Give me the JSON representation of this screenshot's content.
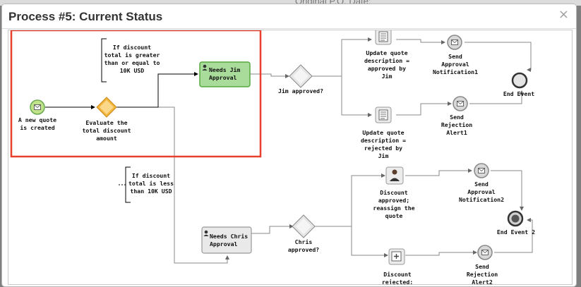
{
  "background": {
    "partial_text": "Original P.O. Date:"
  },
  "modal": {
    "title": "Process #5: Current Status",
    "close_label": "×"
  },
  "diagram": {
    "start_event": [
      "A new quote",
      "is created"
    ],
    "evaluate_gateway": [
      "Evaluate the",
      "total discount",
      "amount"
    ],
    "annotation_greater": [
      "If discount",
      "total is greater",
      "than or equal to",
      "10K USD"
    ],
    "annotation_less": [
      "If discount",
      "total is less",
      "than 10K USD"
    ],
    "task_jim": [
      "Needs Jim",
      "Approval"
    ],
    "gateway_jim": [
      "Jim approved?"
    ],
    "task_update_approved": [
      "Update quote",
      "description =",
      "approved by",
      "Jim"
    ],
    "task_update_rejected": [
      "Update quote",
      "description =",
      "rejected by",
      "Jim"
    ],
    "event_approval1": [
      "Send",
      "Approval",
      "Notification1"
    ],
    "event_rejection1": [
      "Send",
      "Rejection",
      "Alert1"
    ],
    "end_event": [
      "End Event"
    ],
    "task_chris": [
      "Needs Chris",
      "Approval"
    ],
    "gateway_chris": [
      "Chris",
      "approved?"
    ],
    "task_discount_approved": [
      "Discount",
      "approved;",
      "reassign the",
      "quote"
    ],
    "task_discount_rejected": [
      "Discount",
      "rejected;"
    ],
    "event_approval2": [
      "Send",
      "Approval",
      "Notification2"
    ],
    "event_rejection2": [
      "Send",
      "Rejection",
      "Alert2"
    ],
    "end_event2": [
      "End Event 2"
    ]
  },
  "colors": {
    "highlight": "#e8402d",
    "active_task_fill": "#a9dc9a",
    "active_task_border": "#55aa3f",
    "gateway_fill": "#f4b43d",
    "start_fill": "#bfe28a"
  },
  "icons": [
    "close-icon",
    "envelope-icon",
    "user-icon",
    "script-icon",
    "service-icon"
  ]
}
